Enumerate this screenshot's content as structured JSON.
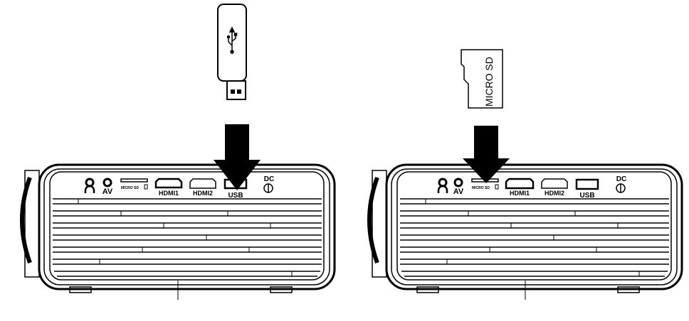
{
  "ports": {
    "headphone_icon": "headphone-icon",
    "av": "AV",
    "micro_sd": "MICRO SD",
    "hdmi1": "HDMI1",
    "hdmi2": "HDMI2",
    "usb": "USB",
    "dc": "DC"
  },
  "sd_card": {
    "label": "MICRO SD"
  },
  "usb_stick": {
    "icon": "usb-symbol-icon"
  },
  "colors": {
    "ink": "#000000",
    "background": "#ffffff"
  }
}
